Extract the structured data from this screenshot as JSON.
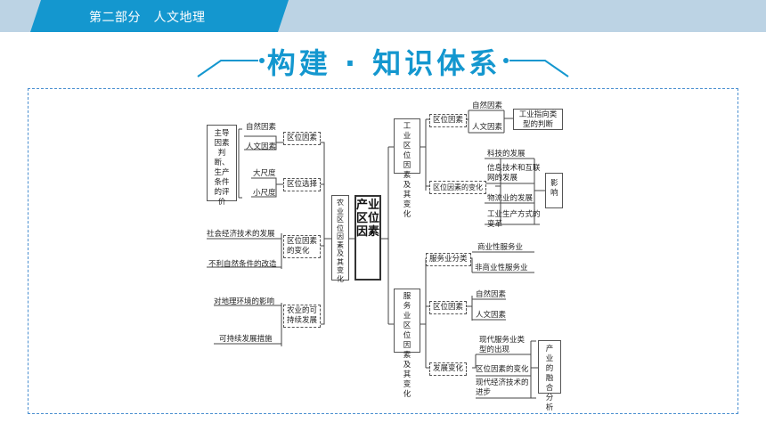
{
  "header": {
    "section": "第二部分　人文地理",
    "title": "构建 · 知识体系"
  },
  "center": "产业区位因素",
  "agri": {
    "title": "农业区位因素及其变化",
    "leading": "主导因素判断、生产条件的评价",
    "natural": "自然因素",
    "human": "人文因素",
    "location_factor": "区位因素",
    "large": "大尺度",
    "small": "小尺度",
    "location_choice": "区位选择",
    "tech": "社会经济技术的发展",
    "bad_nature": "不利自然条件的改造",
    "change": "区位因素的变化",
    "env": "对地理环境的影响",
    "measures": "可持续发展措施",
    "sustain": "农业的可持续发展"
  },
  "industry": {
    "title": "工业区位因素及其变化",
    "location_factor": "区位因素",
    "natural": "自然因素",
    "human": "人文因素",
    "type_judge": "工业指向类型的判断",
    "change": "区位因素的变化",
    "items": [
      "科技的发展",
      "信息技术和互联网的发展",
      "物流业的发展",
      "工业生产方式的变革"
    ],
    "impact": "影响"
  },
  "service": {
    "title": "服务业区位因素及其变化",
    "classify": "服务业分类",
    "commercial": "商业性服务业",
    "noncommercial": "非商业性服务业",
    "location_factor": "区位因素",
    "natural": "自然因素",
    "human": "人文因素",
    "development": "发展变化",
    "modern": "现代服务业类型的出现",
    "factor_change": "区位因素的变化",
    "tech": "现代经济技术的进步",
    "fusion": "产业的融合分析"
  }
}
